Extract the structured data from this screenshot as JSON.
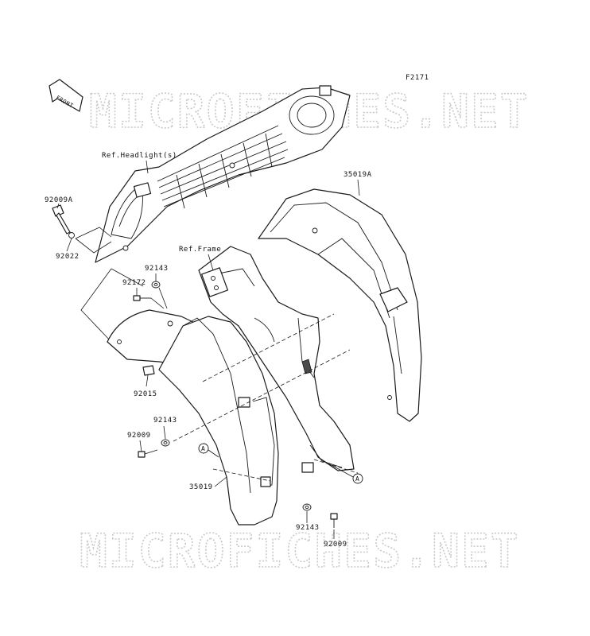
{
  "figure_code": "F2171",
  "front_arrow_label": "FRONT",
  "watermark_text": "MICROFICHES.NET",
  "reference_labels": {
    "headlights": "Ref.Headlight(s)",
    "frame": "Ref.Frame"
  },
  "part_numbers": {
    "p92009A": "92009A",
    "p92022": "92022",
    "p92143_top": "92143",
    "p92172": "92172",
    "p92015": "92015",
    "p92143_mid": "92143",
    "p92009_left": "92009",
    "p35019": "35019",
    "p35019A": "35019A",
    "p92143_bottom": "92143",
    "p92009_bottom": "92009"
  },
  "callout_marker": "A",
  "colors": {
    "line": "#1a1a1a",
    "watermark": "#c9c9c9",
    "background": "#ffffff"
  }
}
